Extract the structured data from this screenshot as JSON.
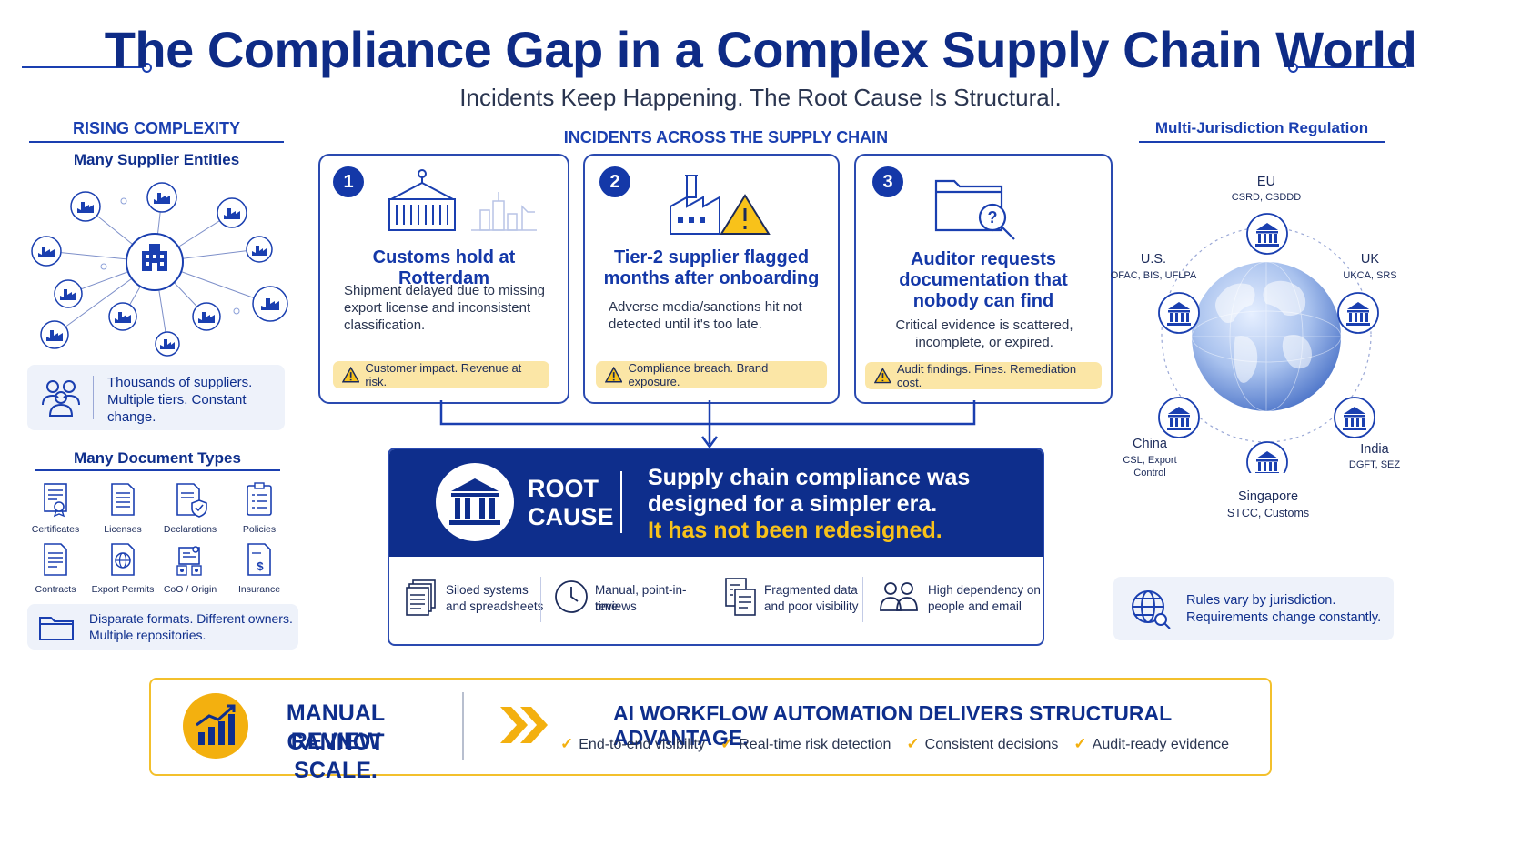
{
  "header": {
    "title": "The Compliance Gap in a Complex Supply Chain World",
    "subtitle": "Incidents Keep Happening. The Root Cause Is Structural."
  },
  "left_panel": {
    "heading": "RISING COMPLEXITY",
    "suppliers_heading": "Many Supplier Entities",
    "suppliers_note": "Thousands of suppliers. Multiple tiers. Constant change.",
    "documents_heading": "Many Document Types",
    "document_types": [
      {
        "label": "Certificates",
        "icon": "certificate-icon"
      },
      {
        "label": "Licenses",
        "icon": "license-icon"
      },
      {
        "label": "Declarations",
        "icon": "declaration-icon"
      },
      {
        "label": "Policies",
        "icon": "policy-icon"
      },
      {
        "label": "Contracts",
        "icon": "contract-icon"
      },
      {
        "label": "Export Permits",
        "icon": "export-permit-icon"
      },
      {
        "label": "CoO / Origin",
        "icon": "origin-icon"
      },
      {
        "label": "Insurance",
        "icon": "insurance-icon"
      }
    ],
    "documents_note": "Disparate formats. Different owners. Multiple repositories."
  },
  "incidents": {
    "heading": "INCIDENTS ACROSS THE SUPPLY CHAIN",
    "cards": [
      {
        "number": "1",
        "title": "Customs hold at Rotterdam",
        "text": "Shipment delayed due to missing export license and inconsistent classification.",
        "impact": "Customer impact. Revenue at risk."
      },
      {
        "number": "2",
        "title": "Tier-2 supplier flagged months after onboarding",
        "text": "Adverse media/sanctions hit not detected until it's too late.",
        "impact": "Compliance breach. Brand exposure."
      },
      {
        "number": "3",
        "title": "Auditor requests documentation that nobody can find",
        "text": "Critical evidence is scattered, incomplete, or expired.",
        "impact": "Audit findings. Fines. Remediation cost."
      }
    ]
  },
  "root_cause": {
    "label_line1": "ROOT",
    "label_line2": "CAUSE",
    "statement_line1": "Supply chain compliance was",
    "statement_line2": "designed for a simpler era.",
    "statement_highlight": "It has not been redesigned.",
    "factors": [
      {
        "line1": "Siloed systems",
        "line2": "and spreadsheets",
        "icon": "documents-stack-icon"
      },
      {
        "line1": "Manual, point-in-time",
        "line2": "reviews",
        "icon": "clock-icon"
      },
      {
        "line1": "Fragmented data",
        "line2": "and poor visibility",
        "icon": "fragmented-data-icon"
      },
      {
        "line1": "High dependency on",
        "line2": "people and email",
        "icon": "people-icon"
      }
    ]
  },
  "right_panel": {
    "heading": "Multi-Jurisdiction Regulation",
    "jurisdictions": [
      {
        "name": "EU",
        "regs": "CSRD, CSDDD"
      },
      {
        "name": "U.S.",
        "regs": "OFAC, BIS, UFLPA"
      },
      {
        "name": "UK",
        "regs": "UKCA, SRS"
      },
      {
        "name": "China",
        "regs": "CSL, Export Control"
      },
      {
        "name": "India",
        "regs": "DGFT, SEZ"
      },
      {
        "name": "Singapore",
        "regs": "STCC, Customs"
      }
    ],
    "note": "Rules vary by jurisdiction. Requirements change constantly."
  },
  "banner": {
    "left_line1": "MANUAL REVIEW",
    "left_line2": "CANNOT SCALE.",
    "headline": "AI WORKFLOW AUTOMATION DELIVERS STRUCTURAL ADVANTAGE.",
    "benefits": [
      "End-to-end visibility",
      "Real-time risk detection",
      "Consistent decisions",
      "Audit-ready evidence"
    ]
  },
  "colors": {
    "navy": "#0e2e8c",
    "accent_blue": "#1a3fb0",
    "highlight_yellow": "#f8c21a",
    "warning_fill": "#fbe6a6"
  }
}
